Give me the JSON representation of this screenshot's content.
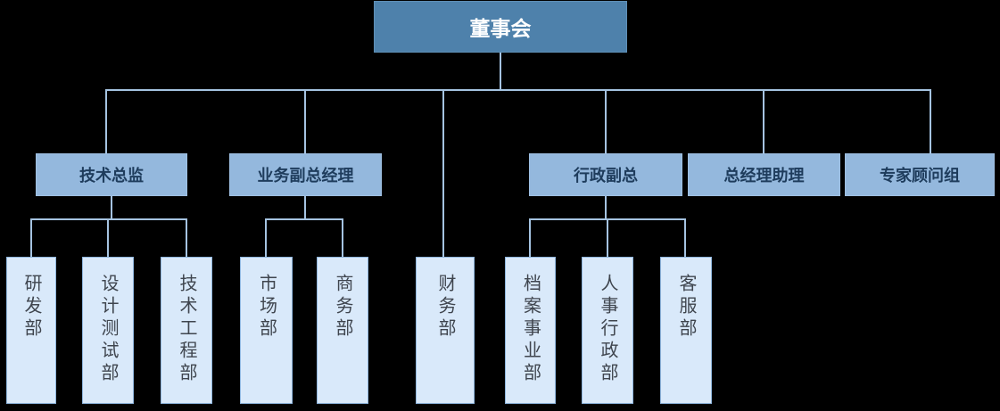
{
  "org": {
    "root": {
      "label": "董事会"
    },
    "managers": [
      {
        "label": "技术总监",
        "children": [
          "研发部",
          "设计测试部",
          "技术工程部"
        ]
      },
      {
        "label": "业务副总经理",
        "children": [
          "市场部",
          "商务部"
        ]
      },
      {
        "label": "行政副总",
        "children": [
          "档案事业部",
          "人事行政部",
          "客服部"
        ]
      },
      {
        "label": "总经理助理",
        "children": []
      },
      {
        "label": "专家顾问组",
        "children": []
      }
    ],
    "root_direct_departments": [
      "财务部"
    ],
    "departments": [
      {
        "label": "研发部"
      },
      {
        "label": "设计测试部"
      },
      {
        "label": "技术工程部"
      },
      {
        "label": "市场部"
      },
      {
        "label": "商务部"
      },
      {
        "label": "财务部"
      },
      {
        "label": "档案事业部"
      },
      {
        "label": "人事行政部"
      },
      {
        "label": "客服部"
      }
    ]
  },
  "colors": {
    "background": "#000000",
    "root_fill": "#4e81ab",
    "root_text": "#ffffff",
    "manager_fill": "#94b8dd",
    "manager_text": "#1e3c5c",
    "department_fill": "#d9e9fa",
    "department_border": "#8fb6de",
    "department_text": "#3f454e",
    "connector": "#a5c3e1"
  }
}
